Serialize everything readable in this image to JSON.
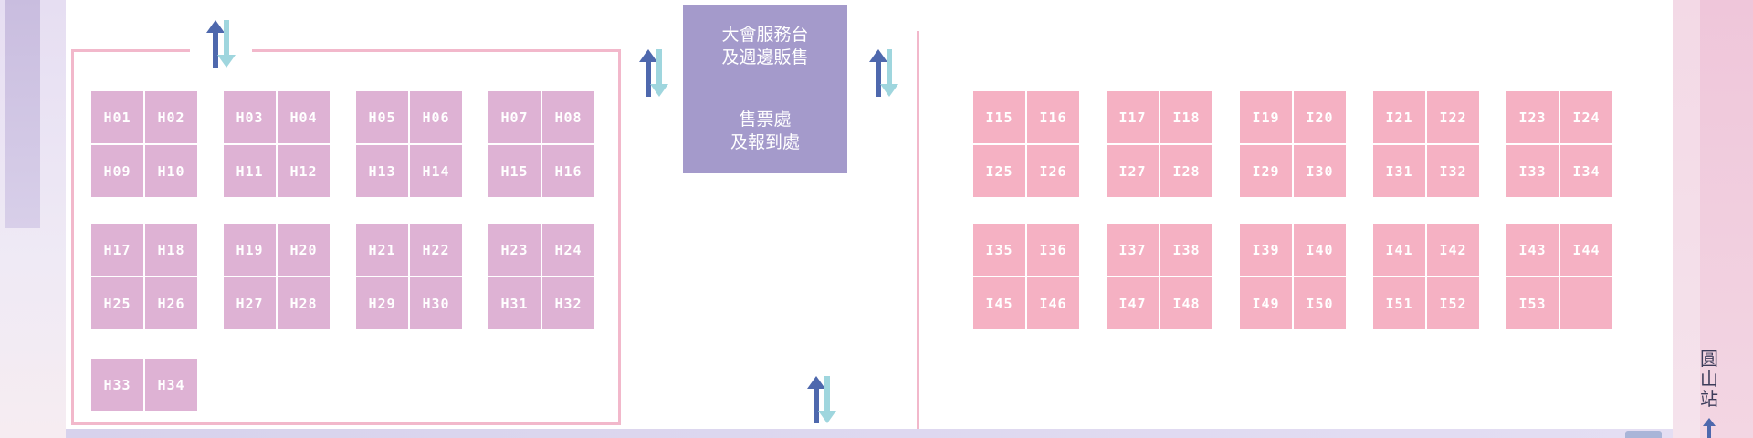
{
  "h_booths": [
    "H01",
    "H02",
    "H03",
    "H04",
    "H05",
    "H06",
    "H07",
    "H08",
    "H09",
    "H10",
    "H11",
    "H12",
    "H13",
    "H14",
    "H15",
    "H16",
    "H17",
    "H18",
    "H19",
    "H20",
    "H21",
    "H22",
    "H23",
    "H24",
    "H25",
    "H26",
    "H27",
    "H28",
    "H29",
    "H30",
    "H31",
    "H32",
    "H33",
    "H34"
  ],
  "i_booths": [
    "I15",
    "I16",
    "I17",
    "I18",
    "I19",
    "I20",
    "I21",
    "I22",
    "I23",
    "I24",
    "I25",
    "I26",
    "I27",
    "I28",
    "I29",
    "I30",
    "I31",
    "I32",
    "I33",
    "I34",
    "I35",
    "I36",
    "I37",
    "I38",
    "I39",
    "I40",
    "I41",
    "I42",
    "I43",
    "I44",
    "I45",
    "I46",
    "I47",
    "I48",
    "I49",
    "I50",
    "I51",
    "I52",
    "I53"
  ],
  "service_desk": {
    "line1": "大會服務台",
    "line2": "及週邊販售"
  },
  "ticket_desk": {
    "line1": "售票處",
    "line2": "及報到處"
  },
  "station_label": "圓山站",
  "colors": {
    "h_booth": "#deb2d4",
    "i_booth": "#f5b1c3",
    "desk": "#a49acb",
    "frame": "#f2b8cb",
    "arrow_up": "#4e68ad",
    "arrow_down": "#9fd6de"
  },
  "icons": [
    "escalator-arrows-icon",
    "station-arrow-icon"
  ]
}
